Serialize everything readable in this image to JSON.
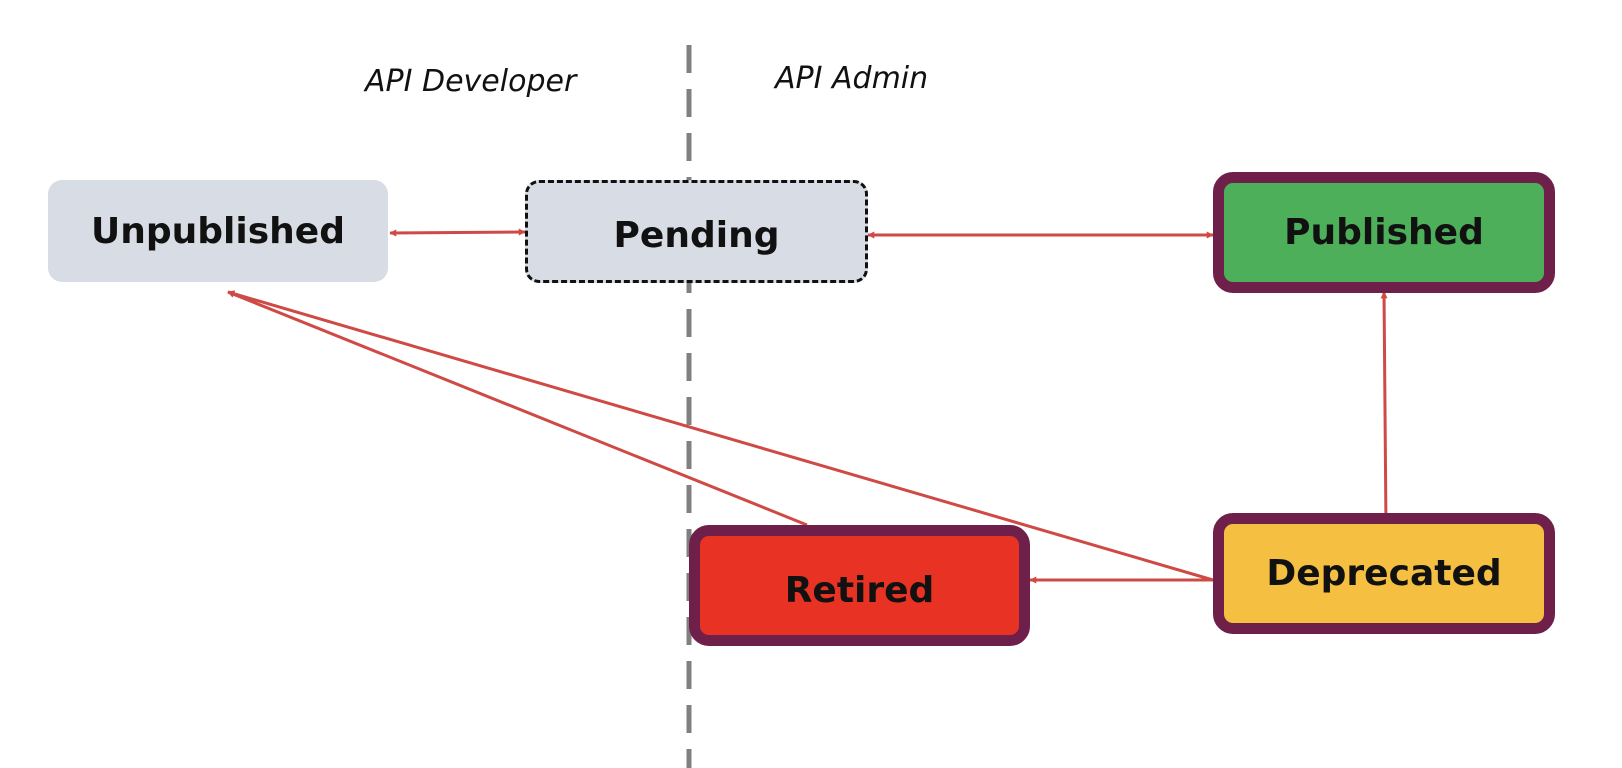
{
  "lanes": {
    "developer": "API Developer",
    "admin": "API Admin"
  },
  "states": {
    "unpublished": "Unpublished",
    "pending": "Pending",
    "published": "Published",
    "retired": "Retired",
    "deprecated": "Deprecated"
  },
  "colors": {
    "neutral": "#d8dce4",
    "published": "#4daf5a",
    "retired": "#e83324",
    "deprecated": "#f5bf42",
    "frame": "#6e1f4a",
    "arrow": "#cf4a45",
    "divider": "#808080"
  },
  "transitions": [
    {
      "from": "unpublished",
      "to": "pending",
      "bidirectional": true
    },
    {
      "from": "pending",
      "to": "published",
      "bidirectional": true
    },
    {
      "from": "published",
      "to": "deprecated",
      "bidirectional": true
    },
    {
      "from": "deprecated",
      "to": "retired",
      "bidirectional": false
    },
    {
      "from": "deprecated",
      "to": "unpublished",
      "bidirectional": false
    },
    {
      "from": "retired",
      "to": "unpublished",
      "bidirectional": false
    }
  ]
}
